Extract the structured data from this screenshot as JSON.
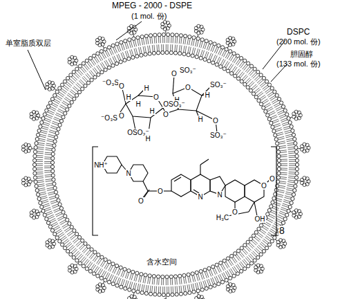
{
  "diagram": {
    "labels": [
      "MPEG - 2000 - DSPE",
      "(1 mol. 份)",
      "单室脂质双层",
      "DSPC",
      "(200 mol. 份)",
      "胆固醇",
      "(133 mol. 份)",
      "O",
      "SO₃⁻",
      "⁻O₃S",
      "O",
      "H",
      "O",
      "H",
      "⁻O₃S",
      "O",
      "H",
      "H",
      "O",
      "OSO₃⁻",
      "H",
      "O",
      "H",
      "OSO₃⁻",
      "H",
      "SO₃⁻",
      "H",
      "O",
      "SO₃⁻",
      "NH⁺",
      "N",
      "O",
      "O",
      "N",
      "N",
      "O",
      "H₃C",
      "OH",
      "O",
      "O",
      "8",
      "含水空间"
    ]
  }
}
